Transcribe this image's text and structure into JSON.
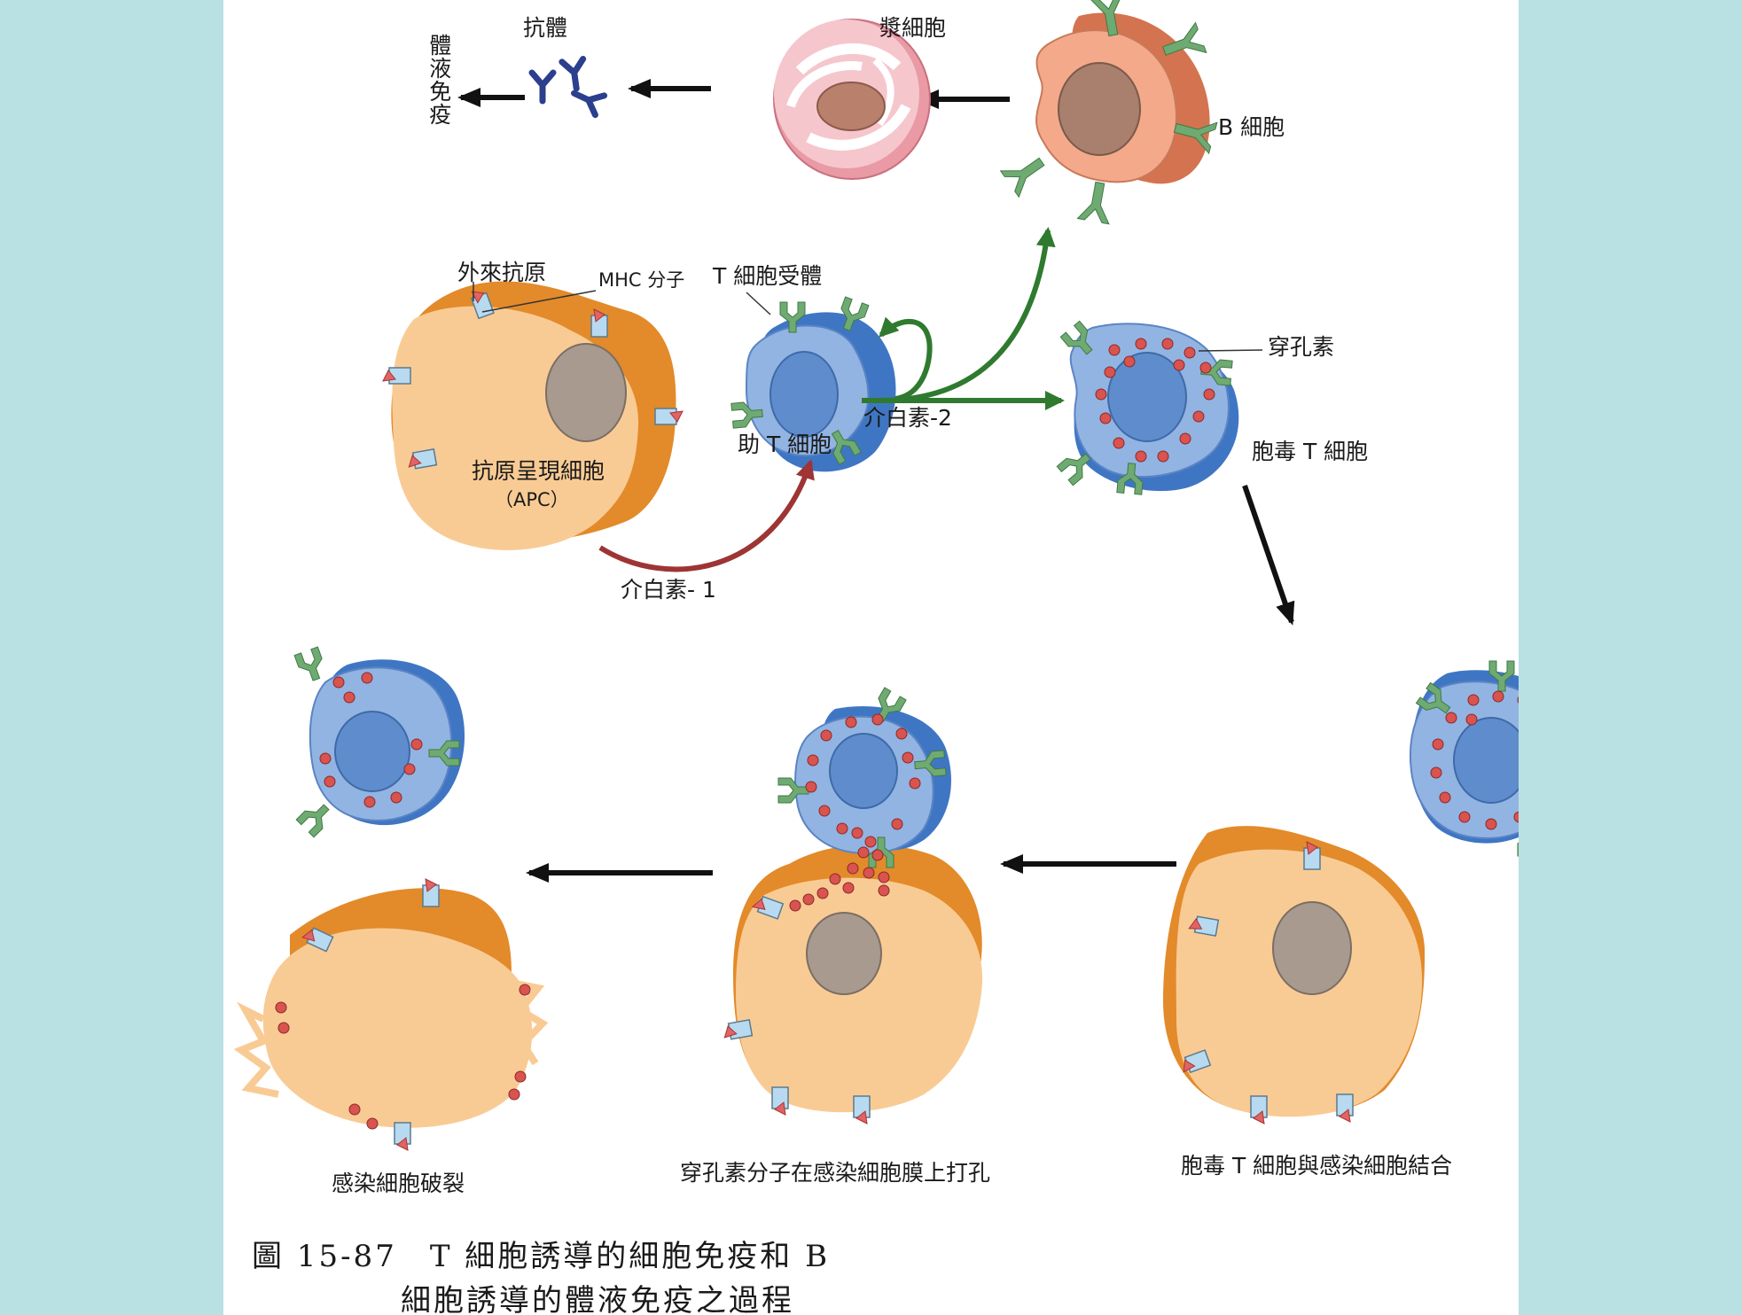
{
  "labels": {
    "humoral_immunity": "體液免疫",
    "antibody": "抗體",
    "plasma_cell": "漿細胞",
    "b_cell": "B 細胞",
    "foreign_antigen": "外來抗原",
    "mhc_molecule": "MHC 分子",
    "t_cell_receptor": "T 細胞受體",
    "apc_name": "抗原呈現細胞",
    "apc_abbr": "（APC）",
    "helper_t_cell": "助 T 細胞",
    "interleukin_2": "介白素-2",
    "interleukin_1": "介白素- 1",
    "perforin": "穿孔素",
    "cytotoxic_t_cell": "胞毒 T 細胞",
    "step_bind": "胞毒 T 細胞與感染細胞結合",
    "step_perforate": "穿孔素分子在感染細胞膜上打孔",
    "step_rupture": "感染細胞破裂"
  },
  "caption": {
    "line1": "圖 15-87　T 細胞誘導的細胞免疫和 B",
    "line2": "細胞誘導的體液免疫之過程"
  },
  "colors": {
    "background": "#b9e0e2",
    "apc_body": "#f9cb94",
    "apc_rim": "#e38a2a",
    "nucleus": "#a89a8e",
    "t_cell_body": "#92b4e2",
    "t_cell_rim": "#3f76c4",
    "t_nucleus": "#5f8ccc",
    "receptor": "#6faa72",
    "mhc": "#b7daf0",
    "antigen": "#e06464",
    "perforin": "#d9534f",
    "b_cell_body": "#f4a98a",
    "b_cell_rim": "#d4734f",
    "plasma_outer": "#e99aa5",
    "antibody": "#2b3f8e",
    "il1_arrow": "#9e3434",
    "il2_arrow": "#2f7a2f",
    "arrow": "#111111"
  }
}
